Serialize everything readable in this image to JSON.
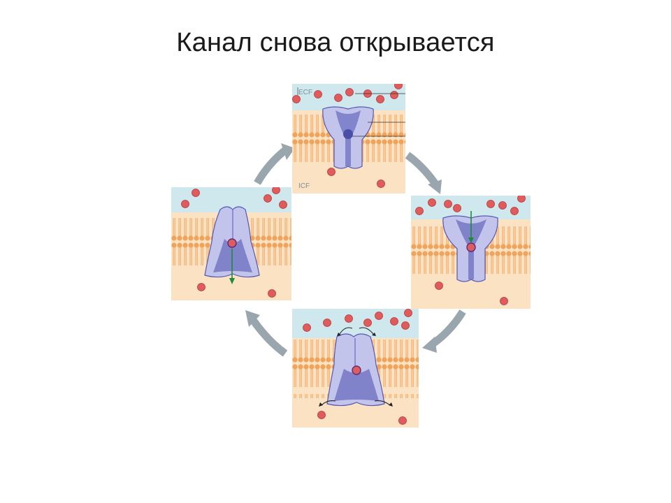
{
  "slide": {
    "title": "Канал снова открывается"
  },
  "panels": [
    {
      "id": "top",
      "labels": {
        "ecf": "ECF",
        "icf": "ICF"
      },
      "state": "open-with-ion-in-pore"
    },
    {
      "id": "right",
      "state": "ion-entering-channel"
    },
    {
      "id": "bottom",
      "state": "channel-closing"
    },
    {
      "id": "left",
      "state": "ion-exiting-to-icf"
    }
  ],
  "colors": {
    "ecf": "#cfe8ee",
    "icf": "#fbe2c3",
    "lipid": "#f0a35a",
    "protein": "#c3c4ec",
    "protein_dark": "#5457b0",
    "ion": "#e05c5c",
    "cycle_arrow": "#9aa6ad",
    "flow_arrow": "#1d8b3a"
  }
}
